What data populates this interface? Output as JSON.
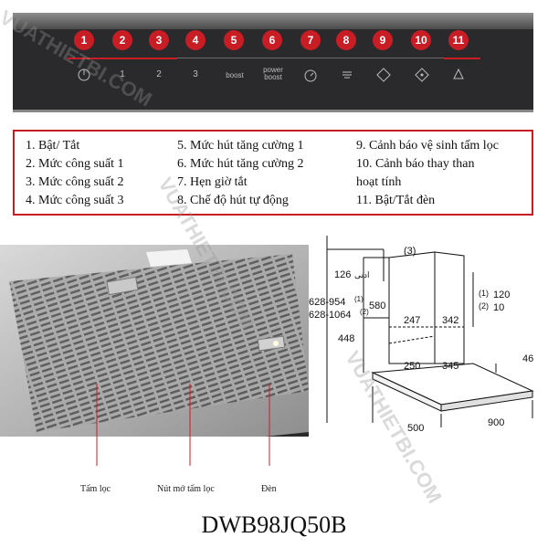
{
  "panel": {
    "numbers": [
      "1",
      "2",
      "3",
      "4",
      "5",
      "6",
      "7",
      "8",
      "9",
      "10",
      "11"
    ],
    "controls": [
      "1",
      "2",
      "3",
      "boost",
      "power boost"
    ]
  },
  "legend": {
    "items": [
      "1. Bật/ Tắt",
      "2. Mức công suất 1",
      "3. Mức công suất 2",
      "4. Mức công suất 3",
      "5. Mức hút tăng cường 1",
      "6. Mức hút tăng cường 2",
      "7. Hẹn giờ tắt",
      "8. Chế độ hút tự động",
      "9. Cảnh báo vệ sinh tấm lọc",
      "10. Cảnh báo thay than",
      "hoạt tính",
      "11. Bật/Tắt đèn"
    ]
  },
  "photo": {
    "captions": [
      "Tấm lọc",
      "Nút mở tấm lọc",
      "Đèn"
    ]
  },
  "diagram": {
    "labels": {
      "note3": "(3)",
      "min": "126",
      "min_unit": "ادنی",
      "h1": "628-954",
      "h1_note": "(1)",
      "h2": "628-1064",
      "h2_note": "(2)",
      "d580": "580",
      "d448": "448",
      "d247": "247",
      "d342": "342",
      "d250": "250",
      "d345": "345",
      "d120": "120",
      "d120_note": "(1)",
      "d10": "10",
      "d10_note": "(2)",
      "d46": "46",
      "d500": "500",
      "d900": "900"
    }
  },
  "model": "DWB98JQ50B",
  "watermark": "VUATHIETBI.COM",
  "colors": {
    "accent": "#c81d25",
    "panel": "#2a2a2c"
  }
}
